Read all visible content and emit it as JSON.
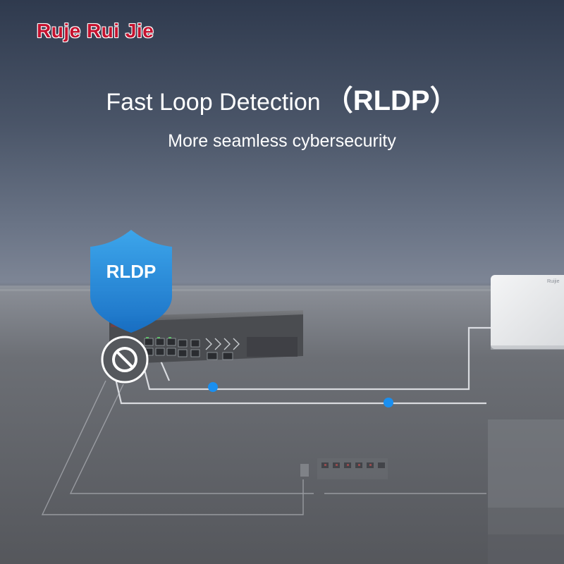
{
  "brand": {
    "name": "Ruje Rui Jie"
  },
  "headline": {
    "main": "Fast Loop Detection",
    "acronym": "（RLDP）"
  },
  "subheadline": "More seamless cybersecurity",
  "shield": {
    "label": "RLDP",
    "color": "#1f8fe0"
  },
  "access_point": {
    "brand_mark": "Ruijie"
  },
  "icons": [
    "shield-icon",
    "prohibited-icon",
    "network-switch",
    "access-point",
    "sub-switch"
  ],
  "colors": {
    "brand_red": "#c4122f",
    "shield_blue": "#1f8fe0",
    "signal_dot": "#1a8ff0",
    "cable": "#e6e8ec"
  }
}
